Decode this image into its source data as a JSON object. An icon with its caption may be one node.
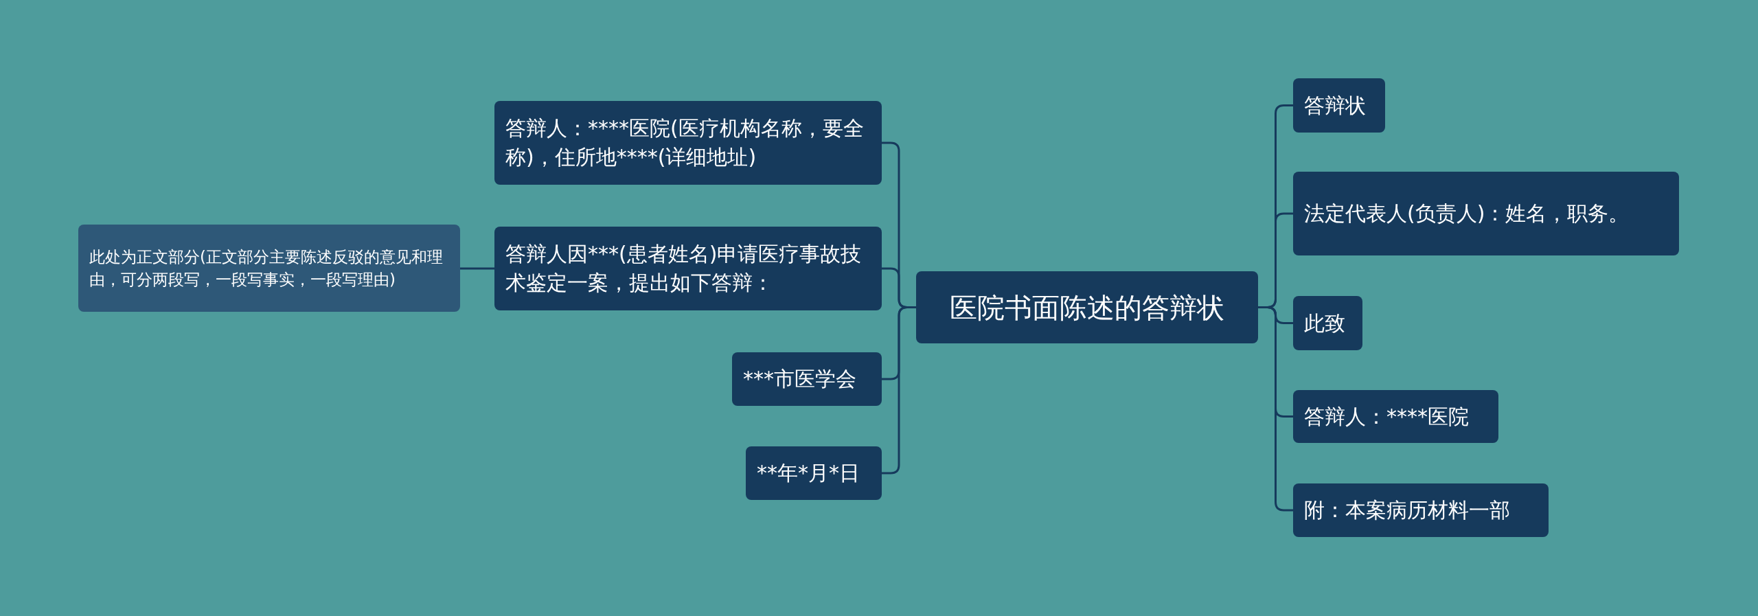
{
  "diagram": {
    "nodes": [
      {
        "text": [
          "医院书面陈述的答辩状"
        ]
      },
      {
        "text": [
          "答辩人：****医院(医疗机构名称，要全称)，住所地****(详细地址)"
        ]
      },
      {
        "text": [
          "答辩人因***(患者姓名)申请医疗事故技术鉴定一案，提出如下答辩："
        ]
      },
      {
        "text": [
          "***市医学会"
        ]
      },
      {
        "text": [
          "**年*月*日"
        ]
      },
      {
        "text": [
          "此处为正文部分(正文部分主要陈述反驳的意见和理由，可分两段写，一段写事实，一段写理由)"
        ]
      },
      {
        "text": [
          "答辩状"
        ]
      },
      {
        "text": [
          "法定代表人(负责人)：姓名，职务。"
        ]
      },
      {
        "text": [
          "此致"
        ]
      },
      {
        "text": [
          "答辩人：****医院"
        ]
      },
      {
        "text": [
          "附：本案病历材料一部"
        ]
      }
    ],
    "edges": [
      {
        "from": 0,
        "to": 1,
        "arrow": "none"
      },
      {
        "from": 0,
        "to": 2,
        "arrow": "none"
      },
      {
        "from": 0,
        "to": 3,
        "arrow": "none"
      },
      {
        "from": 0,
        "to": 4,
        "arrow": "none"
      },
      {
        "from": 2,
        "to": 5,
        "arrow": "none"
      },
      {
        "from": 0,
        "to": 6,
        "arrow": "none"
      },
      {
        "from": 0,
        "to": 7,
        "arrow": "none"
      },
      {
        "from": 0,
        "to": 8,
        "arrow": "none"
      },
      {
        "from": 0,
        "to": 9,
        "arrow": "none"
      },
      {
        "from": 0,
        "to": 10,
        "arrow": "none"
      }
    ]
  }
}
